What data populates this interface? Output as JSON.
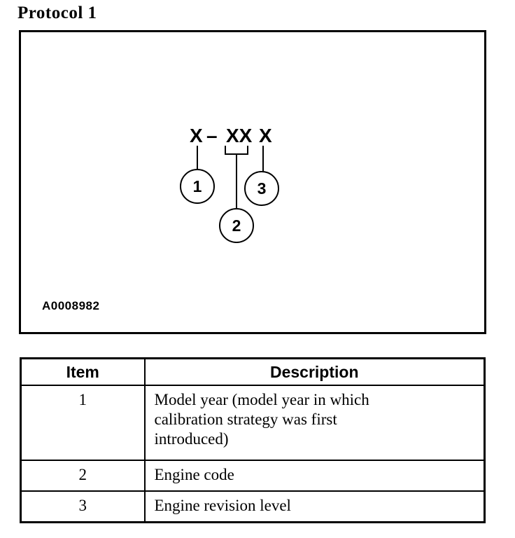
{
  "page": {
    "title": "Protocol 1"
  },
  "figure": {
    "label": "A0008982",
    "code": {
      "first": "X",
      "dash": "–",
      "middle": "XX",
      "last": "X"
    },
    "callouts": [
      {
        "n": "1"
      },
      {
        "n": "2"
      },
      {
        "n": "3"
      }
    ]
  },
  "table": {
    "headers": [
      "Item",
      "Description"
    ],
    "rows": [
      {
        "item": "1",
        "description": "Model year (model year in which\ncalibration strategy was first\nintroduced)"
      },
      {
        "item": "2",
        "description": "Engine code"
      },
      {
        "item": "3",
        "description": "Engine revision level"
      }
    ]
  },
  "colors": {
    "ink": "#000000",
    "paper": "#ffffff"
  }
}
